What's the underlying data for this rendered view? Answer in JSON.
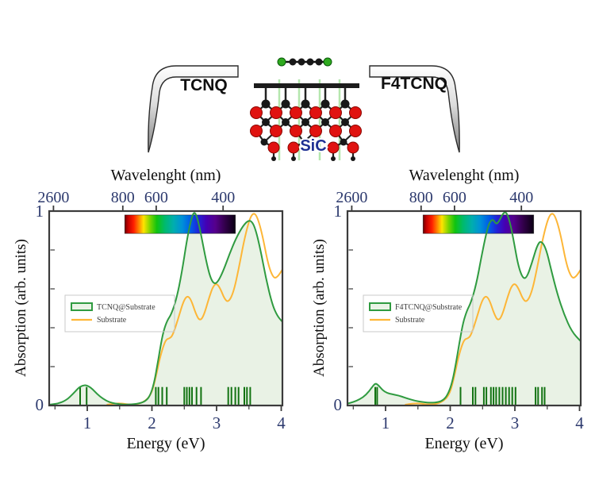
{
  "scheme": {
    "left_arrow_label": "TCNQ",
    "right_arrow_label": "F4TCNQ",
    "substrate_label": "SiC",
    "atom_colors": {
      "carbon": "#181818",
      "silicon": "#e01310",
      "nitrogen_end_groups": "#2faa1f"
    }
  },
  "colors": {
    "molecule_curve_green": "#2f9b40",
    "area_fill_green": "#e9f2e5",
    "substrate_curve_orange": "#fdb637",
    "transition_sticks_green": "#127312",
    "frame": "#3b3b3b",
    "tick_number_color": "#2d3a6e"
  },
  "chart_data": [
    {
      "type": "area",
      "title_top": "Wavelenght (nm)",
      "xlabel": "Energy (eV)",
      "ylabel": "Absorption (arb. units)",
      "x_range_eV": [
        0.41,
        4.02
      ],
      "y_range": [
        0,
        1
      ],
      "x_ticks": [
        1,
        2,
        3,
        4
      ],
      "x_minor_ticks": [
        0.5,
        1.5,
        2.5,
        3.5
      ],
      "y_ticks": [
        0,
        1
      ],
      "y_minor_ticks": [
        0.2,
        0.4,
        0.6,
        0.8
      ],
      "top_axis_wavelength_ticks_nm": [
        2600,
        800,
        600,
        400
      ],
      "spectrum_bar_eV": {
        "start": 1.58,
        "end": 3.29,
        "y_bottom": 0.885,
        "y_top": 0.98
      },
      "legend": [
        {
          "label": "TCNQ@Substrate",
          "style": "area"
        },
        {
          "label": "Substrate",
          "style": "line"
        }
      ],
      "series": [
        {
          "name": "TCNQ@Substrate",
          "color": "#2f9b40",
          "fill": "#e9f2e5",
          "x": [
            0.41,
            0.55,
            0.68,
            0.78,
            0.86,
            0.92,
            0.97,
            1.02,
            1.08,
            1.15,
            1.24,
            1.35,
            1.5,
            1.65,
            1.8,
            1.9,
            1.97,
            2.03,
            2.08,
            2.13,
            2.18,
            2.24,
            2.3,
            2.38,
            2.46,
            2.54,
            2.6,
            2.65,
            2.7,
            2.76,
            2.84,
            2.9,
            2.96,
            3.02,
            3.1,
            3.2,
            3.3,
            3.4,
            3.48,
            3.54,
            3.6,
            3.68,
            3.76,
            3.86,
            3.94,
            4.02
          ],
          "y": [
            0.004,
            0.01,
            0.028,
            0.06,
            0.09,
            0.102,
            0.105,
            0.1,
            0.085,
            0.06,
            0.035,
            0.015,
            0.006,
            0.005,
            0.01,
            0.022,
            0.05,
            0.11,
            0.2,
            0.3,
            0.385,
            0.44,
            0.47,
            0.55,
            0.68,
            0.85,
            0.95,
            1.0,
            0.97,
            0.88,
            0.74,
            0.66,
            0.625,
            0.635,
            0.69,
            0.78,
            0.86,
            0.92,
            0.95,
            0.95,
            0.91,
            0.8,
            0.66,
            0.52,
            0.46,
            0.43
          ]
        },
        {
          "name": "Substrate",
          "color": "#fdb637",
          "x": [
            1.3,
            1.45,
            1.55,
            1.65,
            1.8,
            1.9,
            1.97,
            2.02,
            2.07,
            2.12,
            2.17,
            2.22,
            2.27,
            2.32,
            2.4,
            2.48,
            2.54,
            2.6,
            2.68,
            2.74,
            2.8,
            2.88,
            2.94,
            3.0,
            3.06,
            3.12,
            3.18,
            3.26,
            3.34,
            3.42,
            3.5,
            3.56,
            3.62,
            3.7,
            3.8,
            3.88,
            3.94,
            4.02
          ],
          "y": [
            0.004,
            0.012,
            0.01,
            0.005,
            0.008,
            0.025,
            0.05,
            0.09,
            0.16,
            0.24,
            0.3,
            0.34,
            0.345,
            0.36,
            0.44,
            0.53,
            0.565,
            0.55,
            0.47,
            0.435,
            0.46,
            0.55,
            0.61,
            0.63,
            0.6,
            0.55,
            0.53,
            0.58,
            0.7,
            0.84,
            0.95,
            0.99,
            0.98,
            0.89,
            0.72,
            0.655,
            0.66,
            0.7
          ]
        }
      ],
      "transitions_eV": [
        0.89,
        0.99,
        2.06,
        2.1,
        2.16,
        2.23,
        2.5,
        2.54,
        2.58,
        2.62,
        2.69,
        2.76,
        3.18,
        3.23,
        3.29,
        3.34,
        3.43,
        3.47,
        3.52
      ],
      "transition_height": 0.095
    },
    {
      "type": "area",
      "title_top": "Wavelenght (nm)",
      "xlabel": "Energy (eV)",
      "ylabel": "Absorption (arb. units)",
      "x_range_eV": [
        0.41,
        4.02
      ],
      "y_range": [
        0,
        1
      ],
      "x_ticks": [
        1,
        2,
        3,
        4
      ],
      "x_minor_ticks": [
        0.5,
        1.5,
        2.5,
        3.5
      ],
      "y_ticks": [
        0,
        1
      ],
      "y_minor_ticks": [
        0.2,
        0.4,
        0.6,
        0.8
      ],
      "top_axis_wavelength_ticks_nm": [
        2600,
        800,
        600,
        400
      ],
      "spectrum_bar_eV": {
        "start": 1.58,
        "end": 3.29,
        "y_bottom": 0.885,
        "y_top": 0.98
      },
      "legend": [
        {
          "label": "F4TCNQ@Substrate",
          "style": "area"
        },
        {
          "label": "Substrate",
          "style": "line"
        }
      ],
      "series": [
        {
          "name": "F4TCNQ@Substrate",
          "color": "#2f9b40",
          "fill": "#e9f2e5",
          "x": [
            0.41,
            0.5,
            0.6,
            0.7,
            0.78,
            0.84,
            0.89,
            0.95,
            1.02,
            1.1,
            1.2,
            1.32,
            1.45,
            1.58,
            1.7,
            1.82,
            1.9,
            1.96,
            2.02,
            2.08,
            2.14,
            2.2,
            2.26,
            2.32,
            2.4,
            2.48,
            2.54,
            2.6,
            2.66,
            2.71,
            2.76,
            2.81,
            2.86,
            2.92,
            2.98,
            3.05,
            3.12,
            3.18,
            3.26,
            3.34,
            3.4,
            3.48,
            3.56,
            3.66,
            3.76,
            3.88,
            4.02
          ],
          "y": [
            0.01,
            0.018,
            0.032,
            0.055,
            0.09,
            0.115,
            0.105,
            0.08,
            0.065,
            0.058,
            0.052,
            0.038,
            0.025,
            0.017,
            0.014,
            0.017,
            0.03,
            0.055,
            0.105,
            0.2,
            0.32,
            0.43,
            0.49,
            0.53,
            0.62,
            0.76,
            0.86,
            0.94,
            0.96,
            0.93,
            0.95,
            0.985,
            1.0,
            0.95,
            0.85,
            0.72,
            0.655,
            0.655,
            0.73,
            0.82,
            0.85,
            0.81,
            0.7,
            0.57,
            0.47,
            0.38,
            0.33
          ]
        },
        {
          "name": "Substrate",
          "color": "#fdb637",
          "x": [
            1.3,
            1.45,
            1.55,
            1.65,
            1.8,
            1.9,
            1.97,
            2.02,
            2.07,
            2.12,
            2.17,
            2.22,
            2.27,
            2.32,
            2.4,
            2.48,
            2.54,
            2.6,
            2.68,
            2.74,
            2.8,
            2.88,
            2.94,
            3.0,
            3.06,
            3.12,
            3.18,
            3.26,
            3.34,
            3.42,
            3.5,
            3.56,
            3.62,
            3.7,
            3.8,
            3.88,
            3.94,
            4.02
          ],
          "y": [
            0.004,
            0.012,
            0.01,
            0.005,
            0.008,
            0.025,
            0.05,
            0.09,
            0.16,
            0.24,
            0.3,
            0.34,
            0.345,
            0.36,
            0.44,
            0.53,
            0.565,
            0.55,
            0.47,
            0.435,
            0.46,
            0.55,
            0.61,
            0.63,
            0.6,
            0.55,
            0.53,
            0.58,
            0.7,
            0.84,
            0.95,
            0.99,
            0.98,
            0.89,
            0.72,
            0.655,
            0.66,
            0.7
          ]
        }
      ],
      "transitions_eV": [
        0.84,
        0.87,
        2.16,
        2.35,
        2.39,
        2.52,
        2.56,
        2.63,
        2.67,
        2.71,
        2.76,
        2.81,
        2.86,
        2.91,
        2.96,
        3.01,
        3.32,
        3.36,
        3.42,
        3.46
      ],
      "transition_height": 0.095
    }
  ]
}
